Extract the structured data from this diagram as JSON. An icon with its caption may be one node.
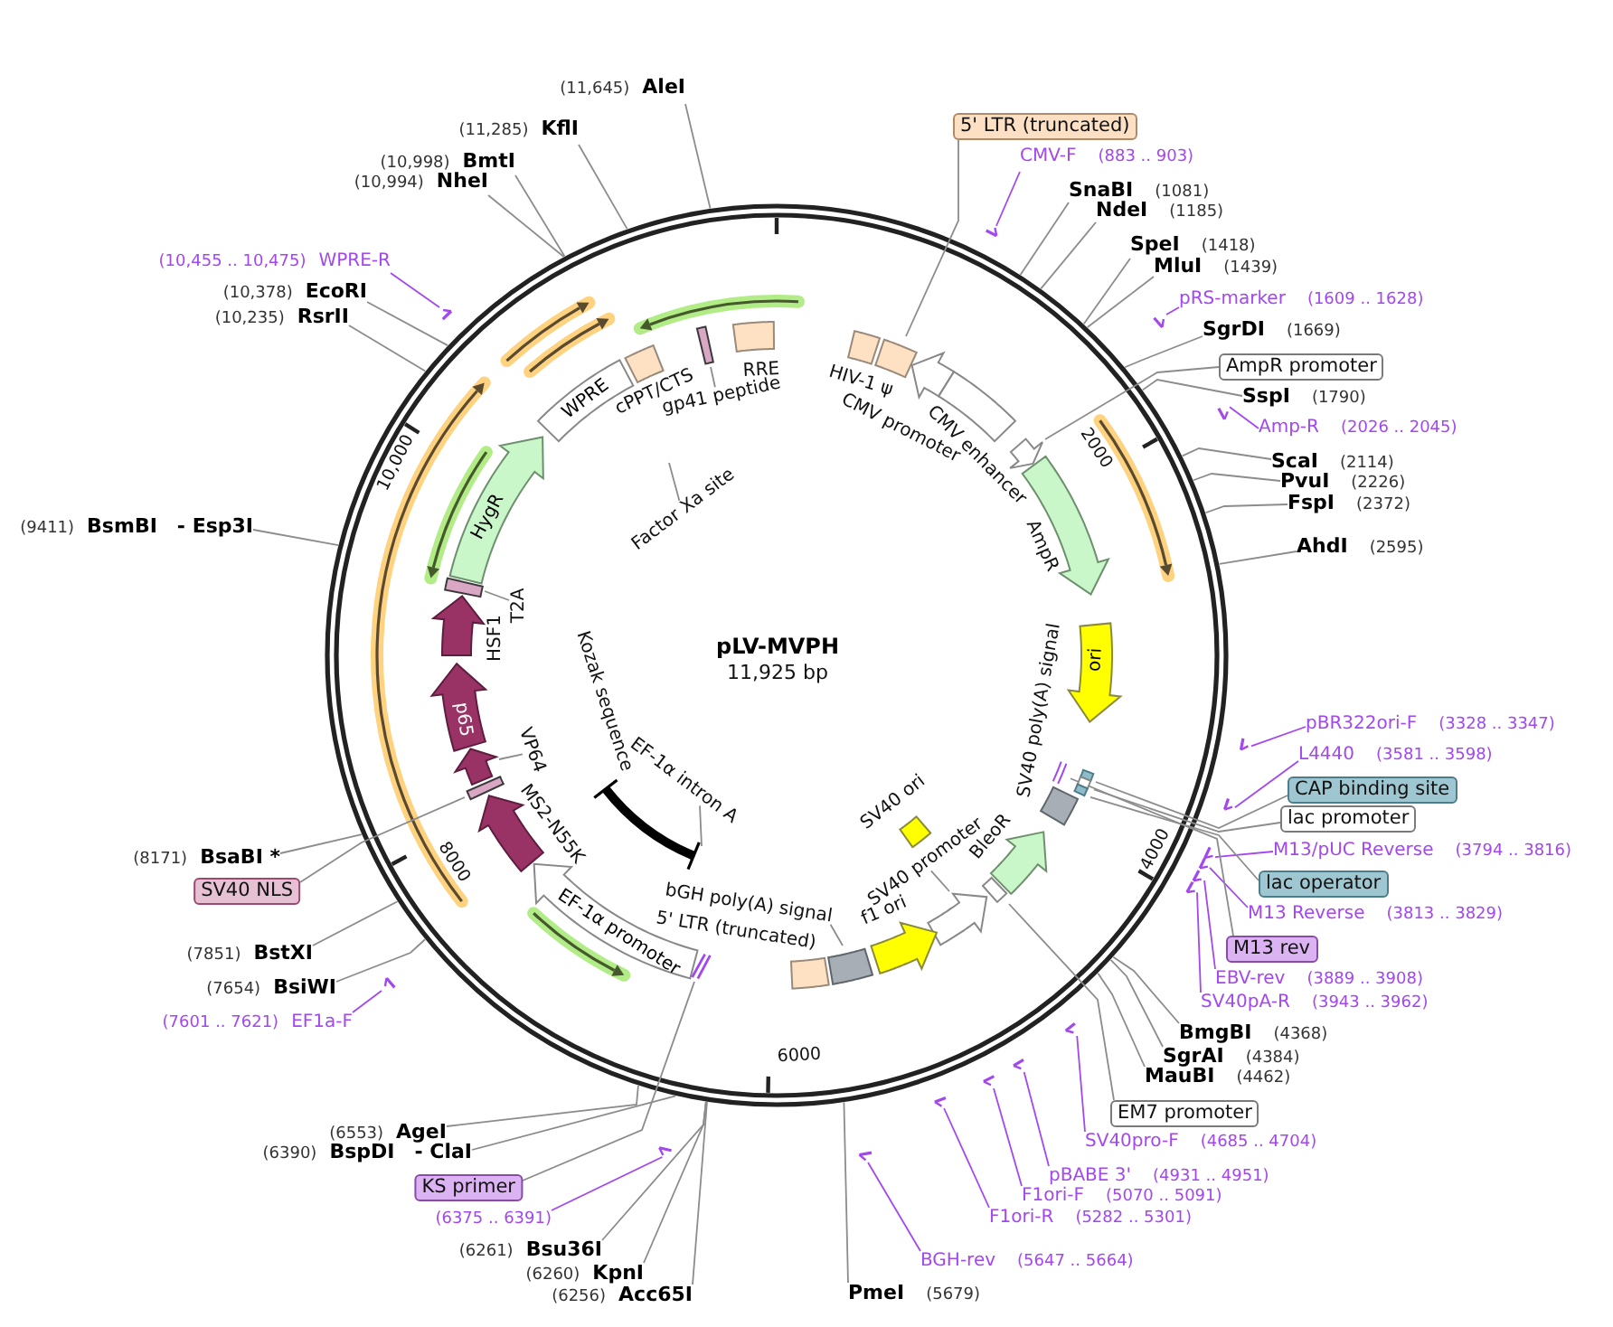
{
  "diagram": {
    "title": "pLV-MVPH",
    "nodes": [
      {
        "text": [
          "5' LTR (truncated)"
        ]
      },
      {
        "text": [
          "CMV-F",
          "(883 .. 903)"
        ]
      },
      {
        "text": [
          "SnaBI",
          "(1081)"
        ]
      },
      {
        "text": [
          "NdeI",
          "(1185)"
        ]
      },
      {
        "text": [
          "SpeI",
          "(1418)"
        ]
      },
      {
        "text": [
          "MluI",
          "(1439)"
        ]
      },
      {
        "text": [
          "pRS-marker",
          "(1609 .. 1628)"
        ]
      },
      {
        "text": [
          "SgrDI",
          "(1669)"
        ]
      },
      {
        "text": [
          "AmpR promoter"
        ]
      },
      {
        "text": [
          "SspI",
          "(1790)"
        ]
      },
      {
        "text": [
          "Amp-R",
          "(2026 .. 2045)"
        ]
      },
      {
        "text": [
          "ScaI",
          "(2114)"
        ]
      },
      {
        "text": [
          "PvuI",
          "(2226)"
        ]
      },
      {
        "text": [
          "FspI",
          "(2372)"
        ]
      },
      {
        "text": [
          "AhdI",
          "(2595)"
        ]
      },
      {
        "text": [
          "pBR322ori-F",
          "(3328 .. 3347)"
        ]
      },
      {
        "text": [
          "L4440",
          "(3581 .. 3598)"
        ]
      },
      {
        "text": [
          "CAP binding site"
        ]
      },
      {
        "text": [
          "lac promoter"
        ]
      },
      {
        "text": [
          "M13/pUC Reverse",
          "(3794 .. 3816)"
        ]
      },
      {
        "text": [
          "lac operator"
        ]
      },
      {
        "text": [
          "M13 Reverse",
          "(3813 .. 3829)"
        ]
      },
      {
        "text": [
          "M13 rev"
        ]
      },
      {
        "text": [
          "EBV-rev",
          "(3889 .. 3908)"
        ]
      },
      {
        "text": [
          "SV40pA-R",
          "(3943 .. 3962)"
        ]
      },
      {
        "text": [
          "BmgBI",
          "(4368)"
        ]
      },
      {
        "text": [
          "SgrAI",
          "(4384)"
        ]
      },
      {
        "text": [
          "MauBI",
          "(4462)"
        ]
      },
      {
        "text": [
          "EM7 promoter"
        ]
      },
      {
        "text": [
          "SV40pro-F",
          "(4685 .. 4704)"
        ]
      },
      {
        "text": [
          "pBABE 3'",
          "(4931 .. 4951)"
        ]
      },
      {
        "text": [
          "F1ori-F",
          "(5070 .. 5091)"
        ]
      },
      {
        "text": [
          "F1ori-R",
          "(5282 .. 5301)"
        ]
      },
      {
        "text": [
          "BGH-rev",
          "(5647 .. 5664)"
        ]
      },
      {
        "text": [
          "PmeI",
          "(5679)"
        ]
      },
      {
        "text": [
          "(6256)",
          "Acc65I"
        ]
      },
      {
        "text": [
          "(6260)",
          "KpnI"
        ]
      },
      {
        "text": [
          "(6261)",
          "Bsu36I"
        ]
      },
      {
        "text": [
          "(6375 .. 6391)"
        ]
      },
      {
        "text": [
          "KS primer"
        ]
      },
      {
        "text": [
          "(6390)",
          "BspDI",
          "- ClaI"
        ]
      },
      {
        "text": [
          "(6553)",
          "AgeI"
        ]
      },
      {
        "text": [
          "(7601 .. 7621)",
          "EF1a-F"
        ]
      },
      {
        "text": [
          "(7654)",
          "BsiWI"
        ]
      },
      {
        "text": [
          "(7851)",
          "BstXI"
        ]
      },
      {
        "text": [
          "SV40 NLS"
        ]
      },
      {
        "text": [
          "(8171)",
          "BsaBI *"
        ]
      },
      {
        "text": [
          "(9411)",
          "BsmBI",
          "- Esp3I"
        ]
      },
      {
        "text": [
          "(10,235)",
          "RsrII"
        ]
      },
      {
        "text": [
          "(10,378)",
          "EcoRI"
        ]
      },
      {
        "text": [
          "(10,455 .. 10,475)",
          "WPRE-R"
        ]
      },
      {
        "text": [
          "(10,994)",
          "NheI"
        ]
      },
      {
        "text": [
          "(10,998)",
          "BmtI"
        ]
      },
      {
        "text": [
          "(11,285)",
          "KflI"
        ]
      },
      {
        "text": [
          "(11,645)",
          "AleI"
        ]
      },
      {
        "text": [
          "ori"
        ]
      },
      {
        "text": [
          "SV40 promoter"
        ]
      },
      {
        "text": [
          "bGH poly(A) signal"
        ]
      },
      {
        "text": [
          "EF-1α promoter"
        ]
      },
      {
        "text": [
          "EF-1α intron A"
        ]
      },
      {
        "text": [
          "VP64"
        ]
      },
      {
        "text": [
          "p65"
        ]
      },
      {
        "text": [
          "T2A"
        ]
      },
      {
        "text": [
          "HygR"
        ]
      },
      {
        "text": [
          "WPRE"
        ]
      },
      {
        "text": [
          "Factor Xa site"
        ]
      },
      {
        "text": [
          "gp41 peptide"
        ]
      },
      {
        "text": [],
        "shape": "box"
      },
      {
        "text": [],
        "shape": "box",
        "beside": [
          "HIV-1 ψ"
        ]
      },
      {
        "text": [],
        "shape": "box",
        "beside": [
          "RRE"
        ]
      },
      {
        "text": [],
        "shape": "bar"
      },
      {
        "text": [],
        "shape": "box",
        "beside": [
          "cPPT/CTS"
        ]
      },
      {
        "text": [],
        "shape": "arrow",
        "beside": [
          "CMV promoter"
        ]
      },
      {
        "text": [],
        "shape": "box",
        "beside": [
          "CMV enhancer"
        ]
      },
      {
        "text": [],
        "shape": "arrow"
      },
      {
        "text": [],
        "shape": "arrow",
        "beside": [
          "AmpR"
        ]
      },
      {
        "text": [],
        "shape": "box"
      },
      {
        "text": [],
        "shape": "box"
      },
      {
        "text": [],
        "shape": "box"
      },
      {
        "text": [],
        "shape": "bar"
      },
      {
        "text": [],
        "shape": "box",
        "beside": [
          "SV40 poly(A) signal"
        ]
      },
      {
        "text": [],
        "shape": "arrow",
        "beside": [
          "BleoR"
        ]
      },
      {
        "text": [],
        "shape": "box"
      },
      {
        "text": [],
        "shape": "arrow"
      },
      {
        "text": [],
        "shape": "box",
        "beside": [
          "SV40 ori"
        ]
      },
      {
        "text": [],
        "shape": "arrow",
        "beside": [
          "f1 ori"
        ]
      },
      {
        "text": [],
        "shape": "box"
      },
      {
        "text": [],
        "shape": "box",
        "beside": [
          "5' LTR (truncated)"
        ]
      },
      {
        "text": [],
        "shape": "bar"
      },
      {
        "text": [],
        "shape": "arrow",
        "beside": [
          "MS2-N55K"
        ]
      },
      {
        "text": [],
        "shape": "bar"
      },
      {
        "text": [],
        "shape": "arrow"
      },
      {
        "text": [],
        "shape": "arrow",
        "beside": [
          "HSF1"
        ]
      },
      {
        "text": [],
        "shape": "bar"
      },
      {
        "text": [],
        "shape": "bar"
      },
      {
        "text": [],
        "shape": "arrow"
      },
      {
        "text": [],
        "shape": "arrow"
      },
      {
        "text": [],
        "shape": "arrow"
      },
      {
        "text": [],
        "shape": "arrow"
      },
      {
        "text": [],
        "shape": "arrow"
      },
      {
        "text": [],
        "shape": "arrow"
      },
      {
        "text": [],
        "shape": "arrow"
      },
      {
        "text": [],
        "shape": "arrow"
      },
      {
        "text": [],
        "shape": "arrow"
      },
      {
        "text": [],
        "shape": "arrow"
      },
      {
        "text": [],
        "shape": "arrow"
      },
      {
        "text": [],
        "shape": "arrow"
      },
      {
        "text": [],
        "shape": "arrow"
      },
      {
        "text": [],
        "shape": "arrow"
      },
      {
        "text": [],
        "shape": "arrow"
      },
      {
        "text": [],
        "shape": "arrow"
      },
      {
        "text": [],
        "shape": "arrow"
      }
    ],
    "edges": [
      {
        "from": 0,
        "to": 67,
        "arrow": "none"
      },
      {
        "from": 1,
        "to": 95,
        "arrow": "none",
        "color": "#a347ef"
      },
      {
        "from": 2,
        "to": null,
        "arrow": "none"
      },
      {
        "from": 3,
        "to": null,
        "arrow": "none"
      },
      {
        "from": 4,
        "to": null,
        "arrow": "none"
      },
      {
        "from": 5,
        "to": null,
        "arrow": "none"
      },
      {
        "from": 6,
        "to": 96,
        "arrow": "none",
        "color": "#a347ef"
      },
      {
        "from": 7,
        "to": null,
        "arrow": "none"
      },
      {
        "from": 8,
        "to": 74,
        "arrow": "none"
      },
      {
        "from": 9,
        "to": null,
        "arrow": "none"
      },
      {
        "from": 10,
        "to": 97,
        "arrow": "none",
        "color": "#a347ef"
      },
      {
        "from": 11,
        "to": null,
        "arrow": "none"
      },
      {
        "from": 12,
        "to": null,
        "arrow": "none"
      },
      {
        "from": 13,
        "to": null,
        "arrow": "none"
      },
      {
        "from": 14,
        "to": null,
        "arrow": "none"
      },
      {
        "from": 15,
        "to": 98,
        "arrow": "none",
        "color": "#a347ef"
      },
      {
        "from": 16,
        "to": 99,
        "arrow": "none",
        "color": "#a347ef"
      },
      {
        "from": 17,
        "to": 76,
        "arrow": "none"
      },
      {
        "from": 18,
        "to": 77,
        "arrow": "none"
      },
      {
        "from": 19,
        "to": 100,
        "arrow": "none",
        "color": "#a347ef"
      },
      {
        "from": 20,
        "to": 78,
        "arrow": "none"
      },
      {
        "from": 21,
        "to": 101,
        "arrow": "none",
        "color": "#a347ef"
      },
      {
        "from": 22,
        "to": 79,
        "arrow": "none"
      },
      {
        "from": 23,
        "to": 102,
        "arrow": "none",
        "color": "#a347ef"
      },
      {
        "from": 24,
        "to": 103,
        "arrow": "none",
        "color": "#a347ef"
      },
      {
        "from": 25,
        "to": null,
        "arrow": "none"
      },
      {
        "from": 26,
        "to": null,
        "arrow": "none"
      },
      {
        "from": 27,
        "to": null,
        "arrow": "none"
      },
      {
        "from": 28,
        "to": 82,
        "arrow": "none"
      },
      {
        "from": 29,
        "to": 104,
        "arrow": "none",
        "color": "#a347ef"
      },
      {
        "from": 30,
        "to": 105,
        "arrow": "none",
        "color": "#a347ef"
      },
      {
        "from": 31,
        "to": 106,
        "arrow": "none",
        "color": "#a347ef"
      },
      {
        "from": 32,
        "to": 107,
        "arrow": "none",
        "color": "#a347ef"
      },
      {
        "from": 33,
        "to": 108,
        "arrow": "none",
        "color": "#a347ef"
      },
      {
        "from": 34,
        "to": null,
        "arrow": "none"
      },
      {
        "from": 35,
        "to": null,
        "arrow": "none"
      },
      {
        "from": 36,
        "to": null,
        "arrow": "none"
      },
      {
        "from": 37,
        "to": null,
        "arrow": "none"
      },
      {
        "from": 38,
        "to": 109,
        "arrow": "none",
        "color": "#a347ef"
      },
      {
        "from": 39,
        "to": 88,
        "arrow": "none"
      },
      {
        "from": 40,
        "to": null,
        "arrow": "none"
      },
      {
        "from": 41,
        "to": null,
        "arrow": "none"
      },
      {
        "from": 42,
        "to": 110,
        "arrow": "none",
        "color": "#a347ef"
      },
      {
        "from": 43,
        "to": null,
        "arrow": "none"
      },
      {
        "from": 44,
        "to": null,
        "arrow": "none"
      },
      {
        "from": 45,
        "to": 90,
        "arrow": "none"
      },
      {
        "from": 46,
        "to": null,
        "arrow": "none"
      },
      {
        "from": 47,
        "to": null,
        "arrow": "none"
      },
      {
        "from": 48,
        "to": null,
        "arrow": "none"
      },
      {
        "from": 49,
        "to": null,
        "arrow": "none"
      },
      {
        "from": 50,
        "to": 111,
        "arrow": "none",
        "color": "#a347ef"
      },
      {
        "from": 51,
        "to": null,
        "arrow": "none"
      },
      {
        "from": 52,
        "to": null,
        "arrow": "none"
      },
      {
        "from": 53,
        "to": null,
        "arrow": "none"
      },
      {
        "from": 54,
        "to": null,
        "arrow": "none"
      },
      {
        "from": 56,
        "to": 83,
        "arrow": "none"
      },
      {
        "from": 57,
        "to": 86,
        "arrow": "none"
      },
      {
        "from": 59,
        "to": 94,
        "arrow": "none"
      },
      {
        "from": 60,
        "to": 91,
        "arrow": "none"
      },
      {
        "from": 62,
        "to": 93,
        "arrow": "none"
      },
      {
        "from": 65,
        "to": null,
        "arrow": "none"
      },
      {
        "from": 66,
        "to": 70,
        "arrow": "none"
      }
    ],
    "labels": [
      "11,925 bp",
      "2000",
      "4000",
      "6000",
      "8000",
      "10,000",
      "Kozak sequence"
    ]
  }
}
